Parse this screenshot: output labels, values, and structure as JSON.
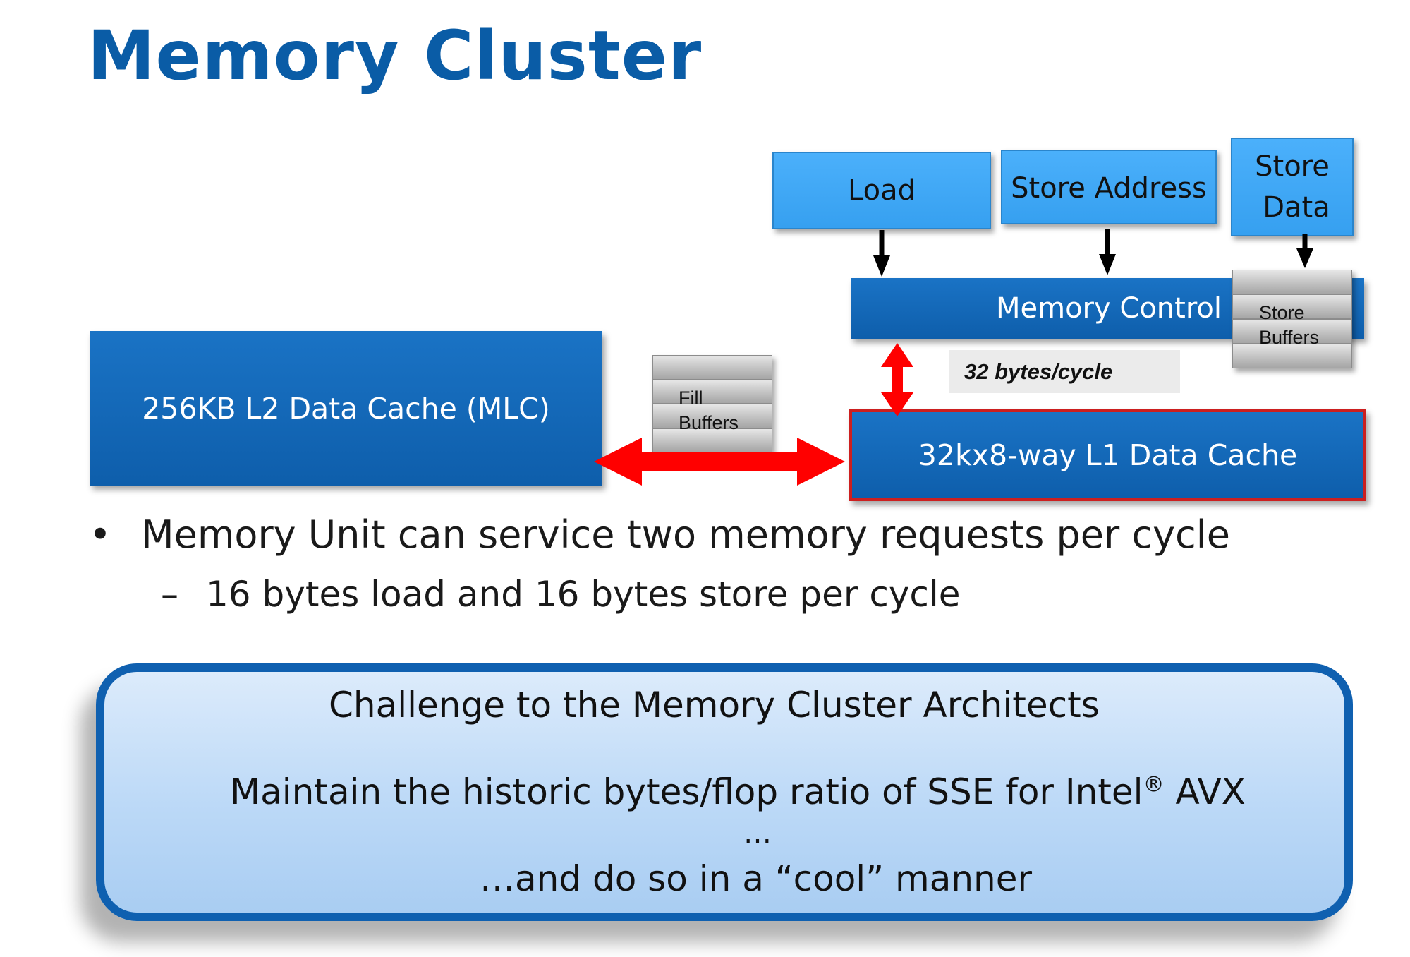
{
  "title": "Memory Cluster",
  "diagram": {
    "units": {
      "load": "Load",
      "store_address": "Store Address",
      "store_data_line1": "Store",
      "store_data_line2": "Data"
    },
    "memory_control": "Memory Control",
    "store_buffers_line1": "Store",
    "store_buffers_line2": "Buffers",
    "fill_buffers_line1": "Fill",
    "fill_buffers_line2": "Buffers",
    "bandwidth": "32 bytes/cycle",
    "l2_cache": "256KB L2 Data Cache (MLC)",
    "l1_cache": "32kx8-way L1 Data Cache"
  },
  "bullets": {
    "main": "Memory Unit can service two memory requests per cycle",
    "main_marker": "•",
    "sub": "16 bytes load and 16 bytes store per cycle",
    "sub_marker": "–"
  },
  "callout": {
    "heading": "Challenge to the Memory Cluster Architects",
    "line1_text": "Maintain the historic bytes/flop ratio of SSE for Intel",
    "line1_reg": "®",
    "line1_end": " AVX",
    "line2": "…",
    "line3": "…and do so in a “cool” manner"
  },
  "colors": {
    "title": "#0a5ca6",
    "dark_box": "#0e5eab",
    "light_box": "#3fa8f5",
    "arrow_red": "#ff0000",
    "l1_border": "#cc1f1f"
  }
}
